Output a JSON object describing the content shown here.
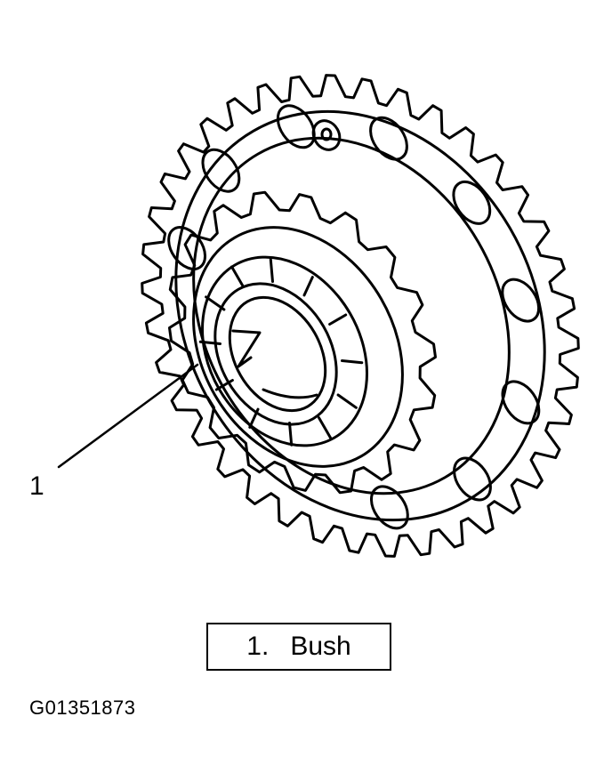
{
  "callout": {
    "number": "1"
  },
  "legend": {
    "items": [
      {
        "number": "1.",
        "label": "Bush"
      }
    ]
  },
  "figure_id": "G01351873",
  "colors": {
    "line": "#000000",
    "background": "#ffffff"
  }
}
